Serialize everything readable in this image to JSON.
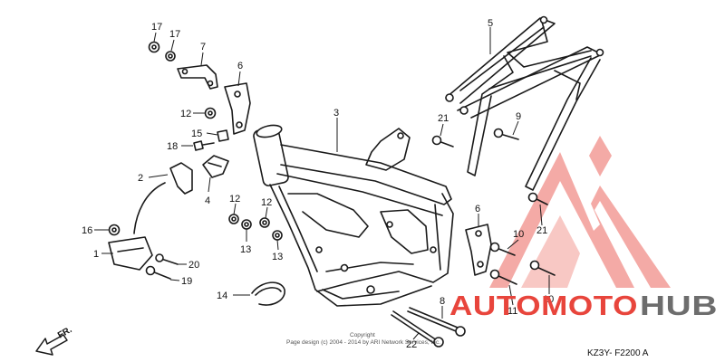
{
  "callouts": {
    "c1": "1",
    "c2": "2",
    "c3": "3",
    "c4": "4",
    "c5": "5",
    "c6": "6",
    "c6b": "6",
    "c7": "7",
    "c8": "8",
    "c9": "9",
    "c10a": "10",
    "c10b": "10",
    "c11": "11",
    "c12a": "12",
    "c12b": "12",
    "c13a": "13",
    "c13b": "13",
    "c14": "14",
    "c15": "15",
    "c16": "16",
    "c17a": "17",
    "c17b": "17",
    "c18": "18",
    "c19": "19",
    "c20": "20",
    "c21a": "21",
    "c21b": "21",
    "c22": "22"
  },
  "direction": {
    "label": "FR."
  },
  "copyright": {
    "line1": "Copyright",
    "line2": "Page design (c) 2004 - 2014 by ARI Network Services, Inc."
  },
  "figure_code": "KZ3Y- F2200 A",
  "watermark": {
    "part1": "AUTOMOTO",
    "part2": "HUB",
    "color_red": "#e8453c",
    "color_gray": "#6d6d6d"
  }
}
